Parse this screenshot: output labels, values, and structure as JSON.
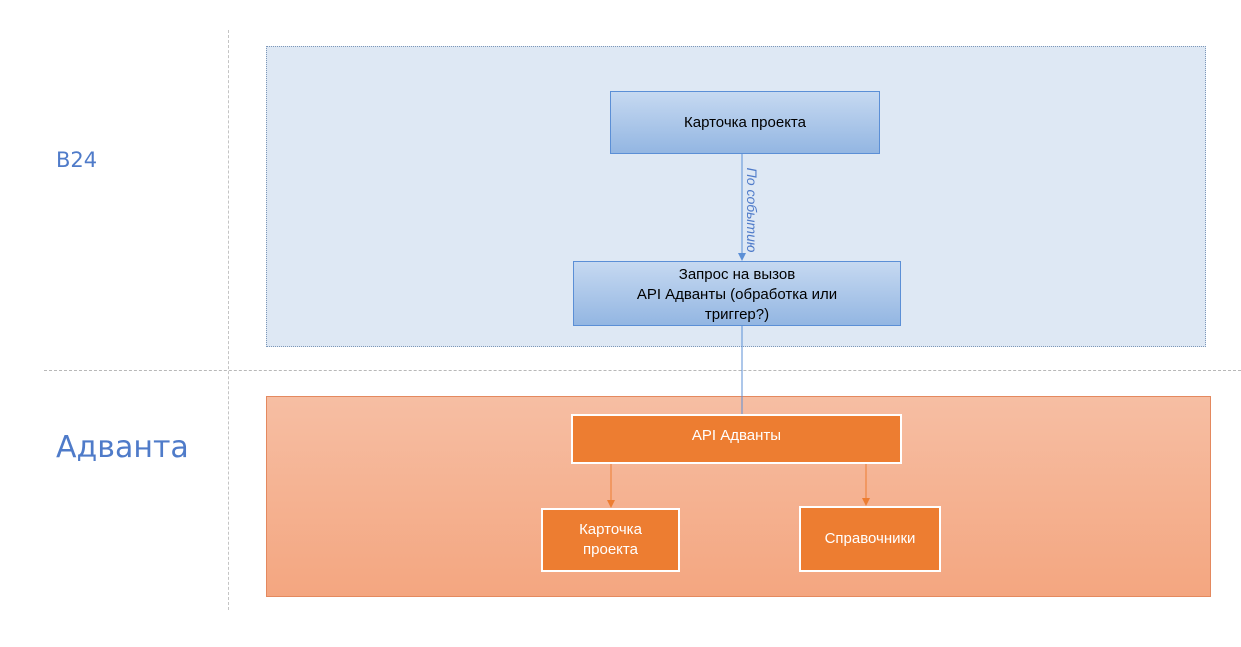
{
  "lanes": {
    "b24": "B24",
    "advanta": "Адванта"
  },
  "nodes": {
    "project_card_b24": "Карточка проекта",
    "api_request_line1": "Запрос на вызов",
    "api_request_line2": "API Адванты (обработка или",
    "api_request_line3": "триггер?)",
    "api_advanta": "API Адванты",
    "project_card_advanta_line1": "Карточка",
    "project_card_advanta_line2": "проекта",
    "directories": "Справочники"
  },
  "edges": {
    "on_event": "По событию"
  },
  "colors": {
    "b24_region": "#dee8f4",
    "advanta_region": "#f4a680",
    "blue_node": "#93b6e2",
    "orange_node": "#ed7d31",
    "label_blue": "#4f7bc9",
    "connector_blue": "#5b8fd6",
    "connector_orange": "#ed7d31"
  }
}
